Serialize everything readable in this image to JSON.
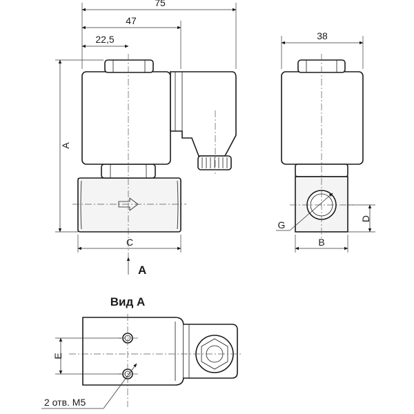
{
  "drawing": {
    "dimensions": {
      "overall_width": "75",
      "coil_width": "47",
      "inlet_offset": "22,5",
      "side_width": "38",
      "height": "A",
      "body_length": "C",
      "port_thread": "G",
      "port_height": "D",
      "body_width": "B",
      "hole_spacing": "E"
    },
    "view_arrow_label": "A",
    "view_title": "Вид А",
    "holes_note": "2 отв. М5"
  }
}
